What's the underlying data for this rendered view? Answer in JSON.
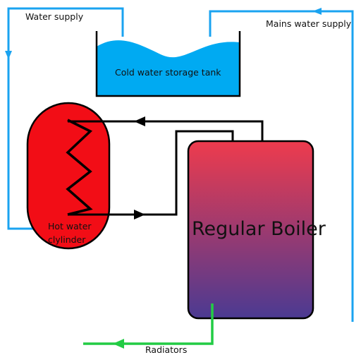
{
  "labels": {
    "water_supply": "Water supply",
    "mains_water_supply": "Mains water supply",
    "cold_water_tank": "Cold water storage tank",
    "hot_water_line1": "Hot water",
    "hot_water_line2": "clylinder",
    "boiler": "Regular Boiler",
    "radiators": "Radiators"
  },
  "colors": {
    "pipe_blue": "#1aa3f0",
    "tank_water": "#00aaf2",
    "cylinder_red": "#f20d16",
    "boiler_top": "#ee3b4d",
    "boiler_bottom": "#4b3a92",
    "radiator_green": "#22cc44",
    "coil_black": "#000000"
  }
}
